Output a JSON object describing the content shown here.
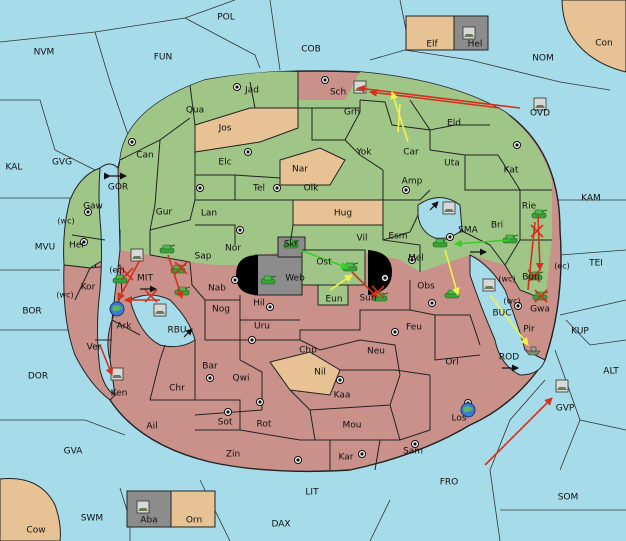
{
  "colors": {
    "sea": "#a6dcea",
    "neutral": "#e6c294",
    "green": "#9fc587",
    "red": "#c9918a",
    "gray": "#8c8c8c",
    "move_red": "#d4301f",
    "move_yellow": "#f4f24a",
    "move_green": "#3ccd2a",
    "unit_tank": "#3aa23a",
    "fleet": "#7b8c6b"
  },
  "labels": {
    "sea": {
      "pol": "POL",
      "fun": "FUN",
      "nvm": "NVM",
      "cob": "COB",
      "nom": "NOM",
      "con": "Con",
      "ovd": "OVD",
      "kal": "KAL",
      "gvg": "GVG",
      "gor": "GOR",
      "mvu": "MVU",
      "bor": "BOR",
      "rbu": "RBU",
      "mit": "MIT",
      "dor": "DOR",
      "gva": "GVA",
      "swm": "SWM",
      "cow": "Cow",
      "lit": "LIT",
      "dax": "DAX",
      "fro": "FRO",
      "som": "SOM",
      "alt": "ALT",
      "kup": "KUP",
      "tei": "TEI",
      "kam": "KAM",
      "sma": "SMA",
      "buc": "BUC",
      "rod": "ROD",
      "gvp": "GVP"
    },
    "land": {
      "elf": "Elf",
      "hel": "Hel",
      "jad": "Jad",
      "sch": "Sch",
      "qua": "Qua",
      "jos": "Jos",
      "grh": "Grh",
      "eld": "Eld",
      "can": "Can",
      "yok": "Yok",
      "car": "Car",
      "uta": "Uta",
      "elc": "Elc",
      "nar": "Nar",
      "kat": "Kat",
      "tel": "Tel",
      "olk": "Olk",
      "amp": "Amp",
      "gaw": "Gaw",
      "gur": "Gur",
      "lan": "Lan",
      "hug": "Hug",
      "rie": "Rie",
      "bri": "Bri",
      "her": "Her",
      "nor": "Nor",
      "skr": "Skr",
      "vil": "Vil",
      "esm": "Esm",
      "sap": "Sap",
      "ost": "Ost",
      "mel": "Mel",
      "kor": "Kor",
      "web": "Web",
      "bun": "Bun",
      "nab": "Nab",
      "eun": "Eun",
      "sun": "Sun",
      "obs": "Obs",
      "gwa": "Gwa",
      "hil": "Hil",
      "ark": "Ark",
      "nog": "Nog",
      "uru": "Uru",
      "feu": "Feu",
      "pir": "Pir",
      "chp": "Chp",
      "neu": "Neu",
      "ver": "Ver",
      "bar": "Bar",
      "qwi": "Qwi",
      "nil": "Nil",
      "orl": "Orl",
      "chr": "Chr",
      "kaa": "Kaa",
      "ken": "Ken",
      "sot": "Sot",
      "rot": "Rot",
      "mou": "Mou",
      "los": "Los",
      "ail": "Ail",
      "zin": "Zin",
      "kar": "Kar",
      "sam": "Sam",
      "aba": "Aba",
      "orn": "Orn"
    },
    "coast_wc_1": "(wc)",
    "coast_wc_2": "(wc)",
    "coast_wc_3": "(wc)",
    "coast_wc_4": "(wc)",
    "coast_ec_1": "(ec)",
    "coast_ec_2": "(ec)"
  },
  "icons": {
    "supply_center": "target-dot-icon",
    "army": "tank-icon",
    "fleet": "ship-icon",
    "globe": "globe-icon",
    "arrow": "double-arrow-icon"
  }
}
